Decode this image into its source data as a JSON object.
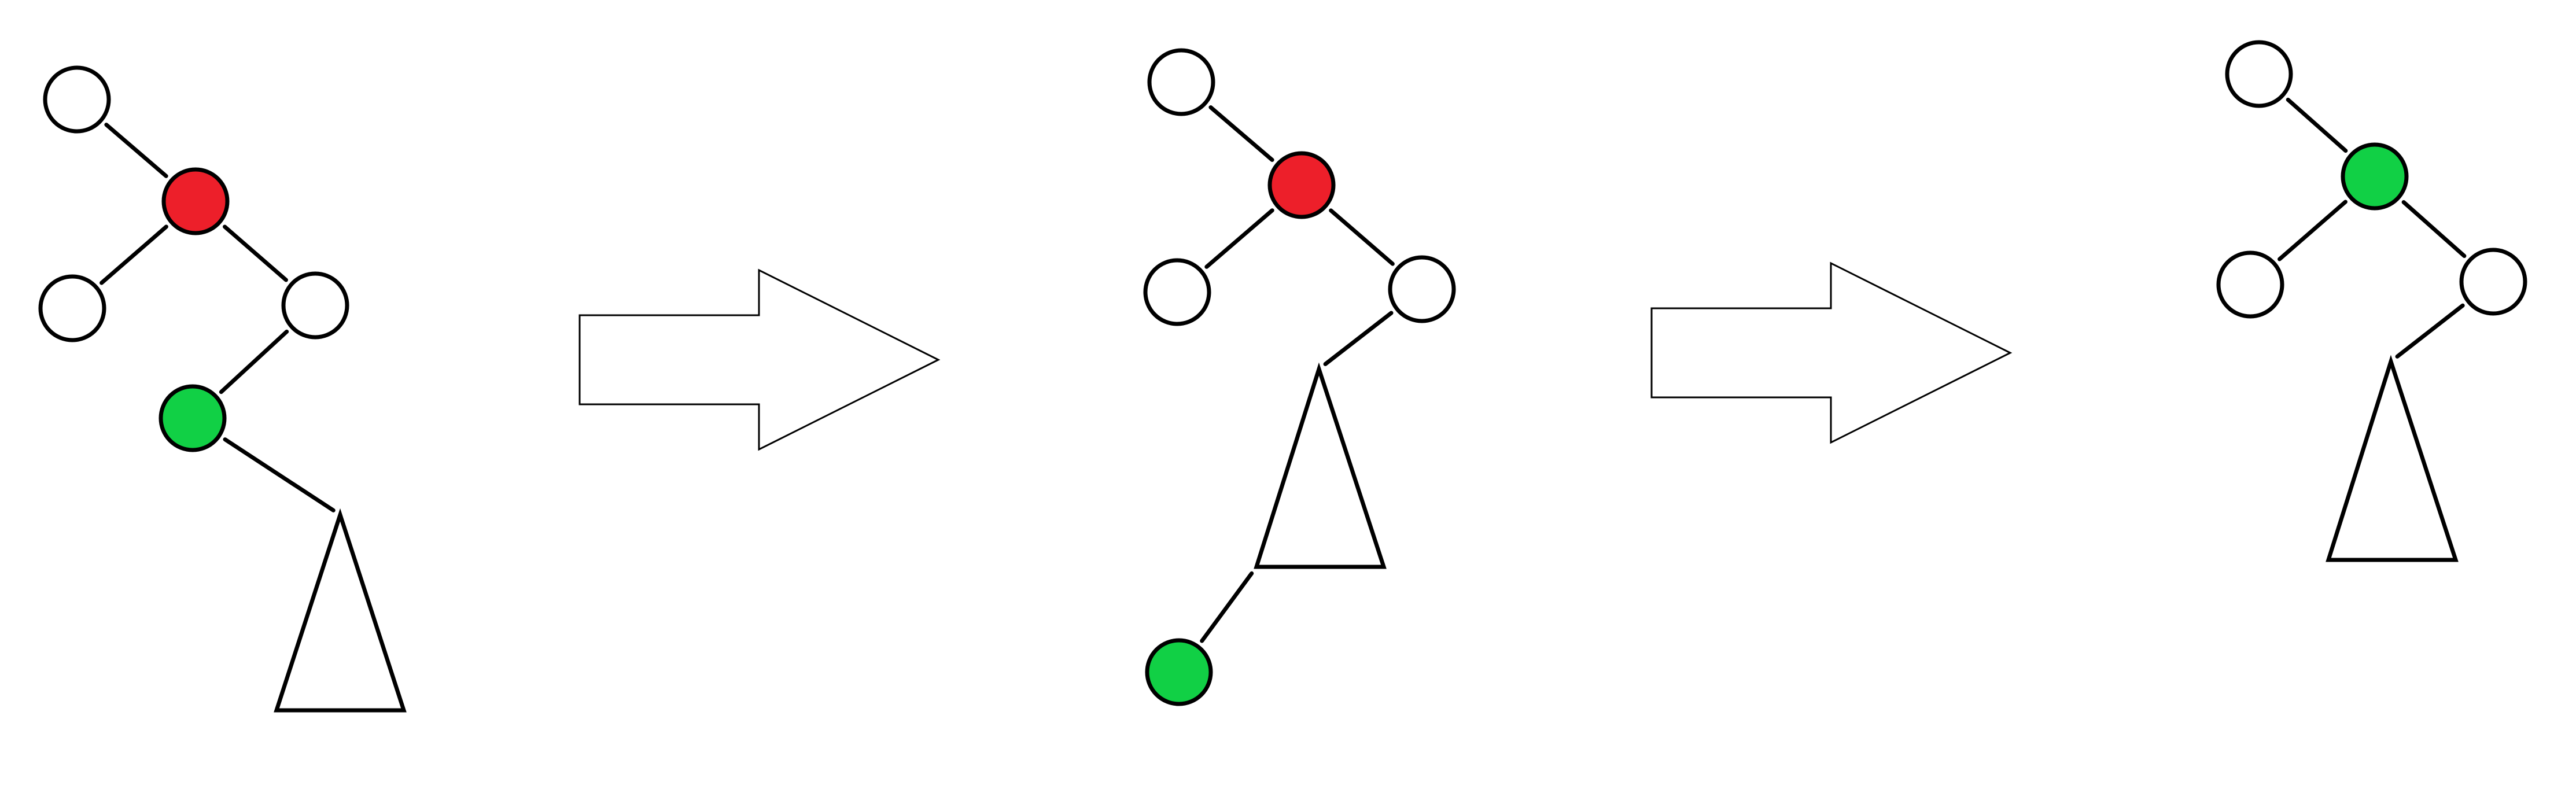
{
  "colors": {
    "background": "#ffffff",
    "stroke": "#000000",
    "node_plain": "#ffffff",
    "node_red": "#ed1f2a",
    "node_green": "#11d045"
  },
  "diagram": {
    "panels": [
      {
        "id": "panel-1",
        "nodes": [
          {
            "id": "a",
            "fill": "plain"
          },
          {
            "id": "b",
            "fill": "red"
          },
          {
            "id": "c",
            "fill": "plain"
          },
          {
            "id": "d",
            "fill": "plain"
          },
          {
            "id": "e",
            "fill": "green"
          }
        ],
        "edges": [
          {
            "from": "a",
            "to": "b"
          },
          {
            "from": "b",
            "to": "c"
          },
          {
            "from": "b",
            "to": "d"
          },
          {
            "from": "d",
            "to": "e"
          },
          {
            "from": "e",
            "to": "subtree"
          }
        ],
        "subtree": {
          "id": "subtree"
        }
      },
      {
        "id": "panel-2",
        "nodes": [
          {
            "id": "a",
            "fill": "plain"
          },
          {
            "id": "b",
            "fill": "red"
          },
          {
            "id": "c",
            "fill": "plain"
          },
          {
            "id": "d",
            "fill": "plain"
          },
          {
            "id": "e",
            "fill": "green"
          }
        ],
        "edges": [
          {
            "from": "a",
            "to": "b"
          },
          {
            "from": "b",
            "to": "c"
          },
          {
            "from": "b",
            "to": "d"
          },
          {
            "from": "d",
            "to": "subtree"
          },
          {
            "from": "subtree",
            "to": "e"
          }
        ],
        "subtree": {
          "id": "subtree"
        }
      },
      {
        "id": "panel-3",
        "nodes": [
          {
            "id": "a",
            "fill": "plain"
          },
          {
            "id": "b",
            "fill": "green"
          },
          {
            "id": "c",
            "fill": "plain"
          },
          {
            "id": "d",
            "fill": "plain"
          }
        ],
        "edges": [
          {
            "from": "a",
            "to": "b"
          },
          {
            "from": "b",
            "to": "c"
          },
          {
            "from": "b",
            "to": "d"
          },
          {
            "from": "d",
            "to": "subtree"
          }
        ],
        "subtree": {
          "id": "subtree"
        }
      }
    ],
    "arrows": [
      {
        "id": "arrow-1",
        "direction": "right"
      },
      {
        "id": "arrow-2",
        "direction": "right"
      }
    ]
  }
}
